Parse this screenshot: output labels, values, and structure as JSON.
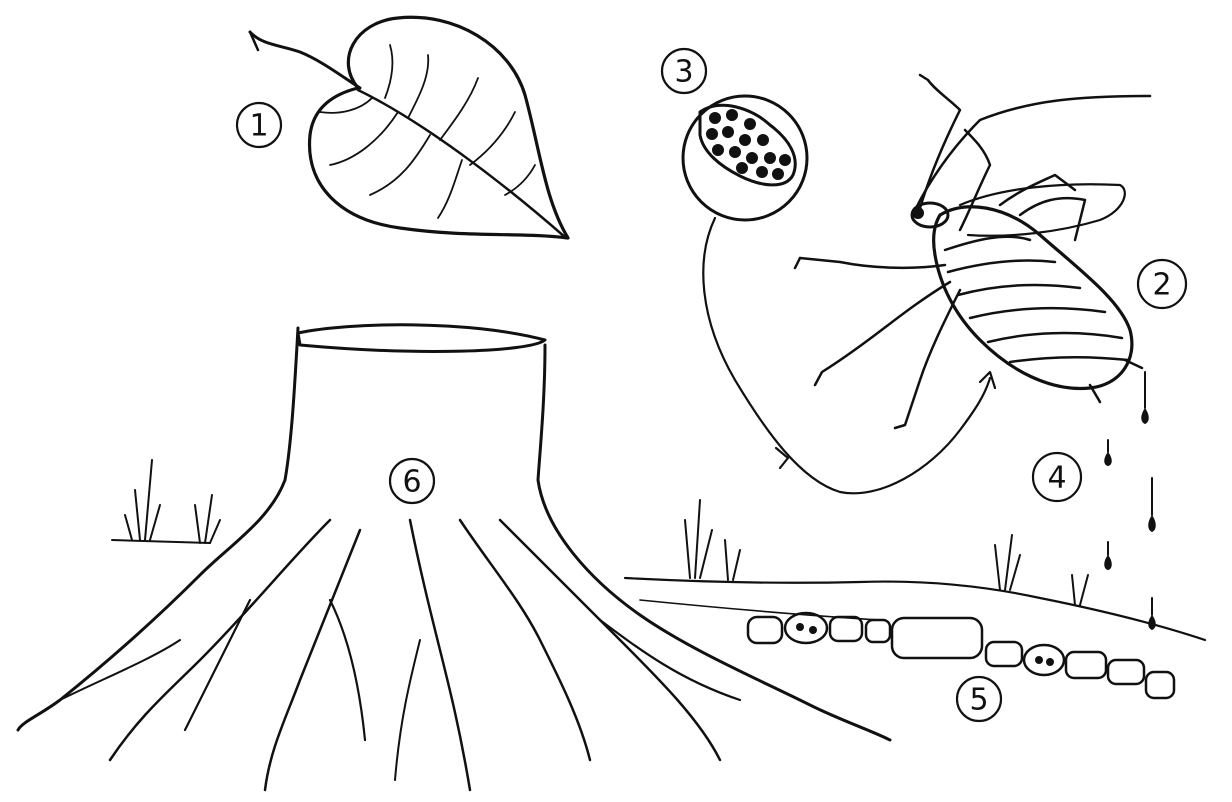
{
  "labels": {
    "leaf": "1",
    "aphid": "2",
    "egg_cluster": "3",
    "honeydew": "4",
    "mycelium_chain": "5",
    "tree_stump": "6"
  },
  "colors": {
    "ink": "#111111",
    "background": "#ffffff"
  }
}
